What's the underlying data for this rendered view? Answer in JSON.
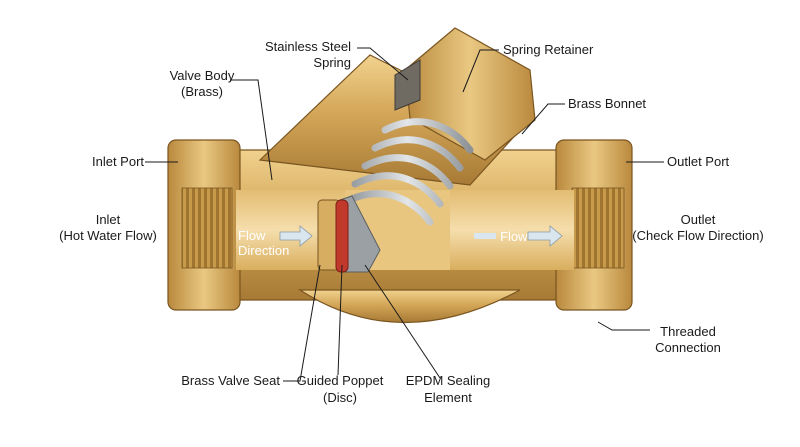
{
  "diagram": {
    "labels": {
      "stainless_steel_spring": [
        "Stainless Steel",
        "Spring"
      ],
      "spring_retainer": [
        "Spring Retainer"
      ],
      "valve_body": [
        "Valve Body",
        "(Brass)"
      ],
      "brass_bonnet": [
        "Brass Bonnet"
      ],
      "inlet_port": [
        "Inlet Port"
      ],
      "outlet_port": [
        "Outlet Port"
      ],
      "inlet": [
        "Inlet",
        "(Hot Water Flow)"
      ],
      "outlet": [
        "Outlet",
        "(Check Flow Direction)"
      ],
      "threaded_connection": [
        "Threaded",
        "Connection"
      ],
      "brass_valve_seat": [
        "Brass Valve Seat"
      ],
      "guided_poppet": [
        "Guided Poppet",
        "(Disc)"
      ],
      "epdm_sealing": [
        "EPDM Sealing",
        "Element"
      ]
    },
    "flow_labels": {
      "left": [
        "Flow",
        "Direction"
      ],
      "right": [
        "Flow"
      ]
    },
    "colors": {
      "brass_light": "#e6c37a",
      "brass_mid": "#c99a4a",
      "brass_dark": "#8a6428",
      "cavity": "#f2d9a2",
      "spring": "#bfc3c7",
      "seal_red": "#c0392b",
      "arrow": "#d9e6ef",
      "text": "#1a1a1a"
    }
  }
}
